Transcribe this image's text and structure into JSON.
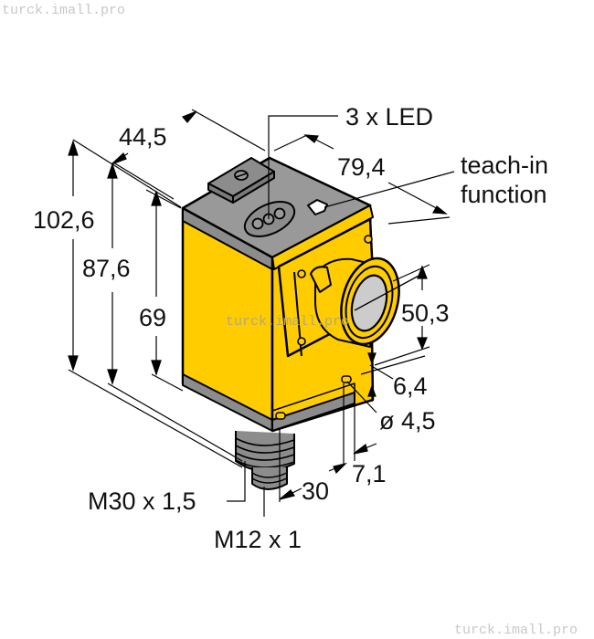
{
  "watermark": {
    "top_left": "turck.imall.pro",
    "center": "turck.imall.pro",
    "bottom_right": "turck.imall.pro"
  },
  "colors": {
    "housing_yellow": "#FFCC00",
    "housing_gray": "#8C8C8C",
    "top_gray": "#999999",
    "lens_gray": "#CCCCCC",
    "line": "#000000"
  },
  "dimensions": {
    "width_top": "44,5",
    "depth_top": "79,4",
    "total_height": "102,6",
    "body_height": "87,6",
    "front_height": "69",
    "lens_height": "50,3",
    "mount_offset": "6,4",
    "mount_hole": "ø 4,5",
    "mount_depth": "7,1",
    "thread_offset": "30"
  },
  "labels": {
    "leds": "3 x LED",
    "teach_in_line1": "teach-in",
    "teach_in_line2": "function",
    "thread_main": "M30 x 1,5",
    "thread_connector": "M12 x 1"
  }
}
